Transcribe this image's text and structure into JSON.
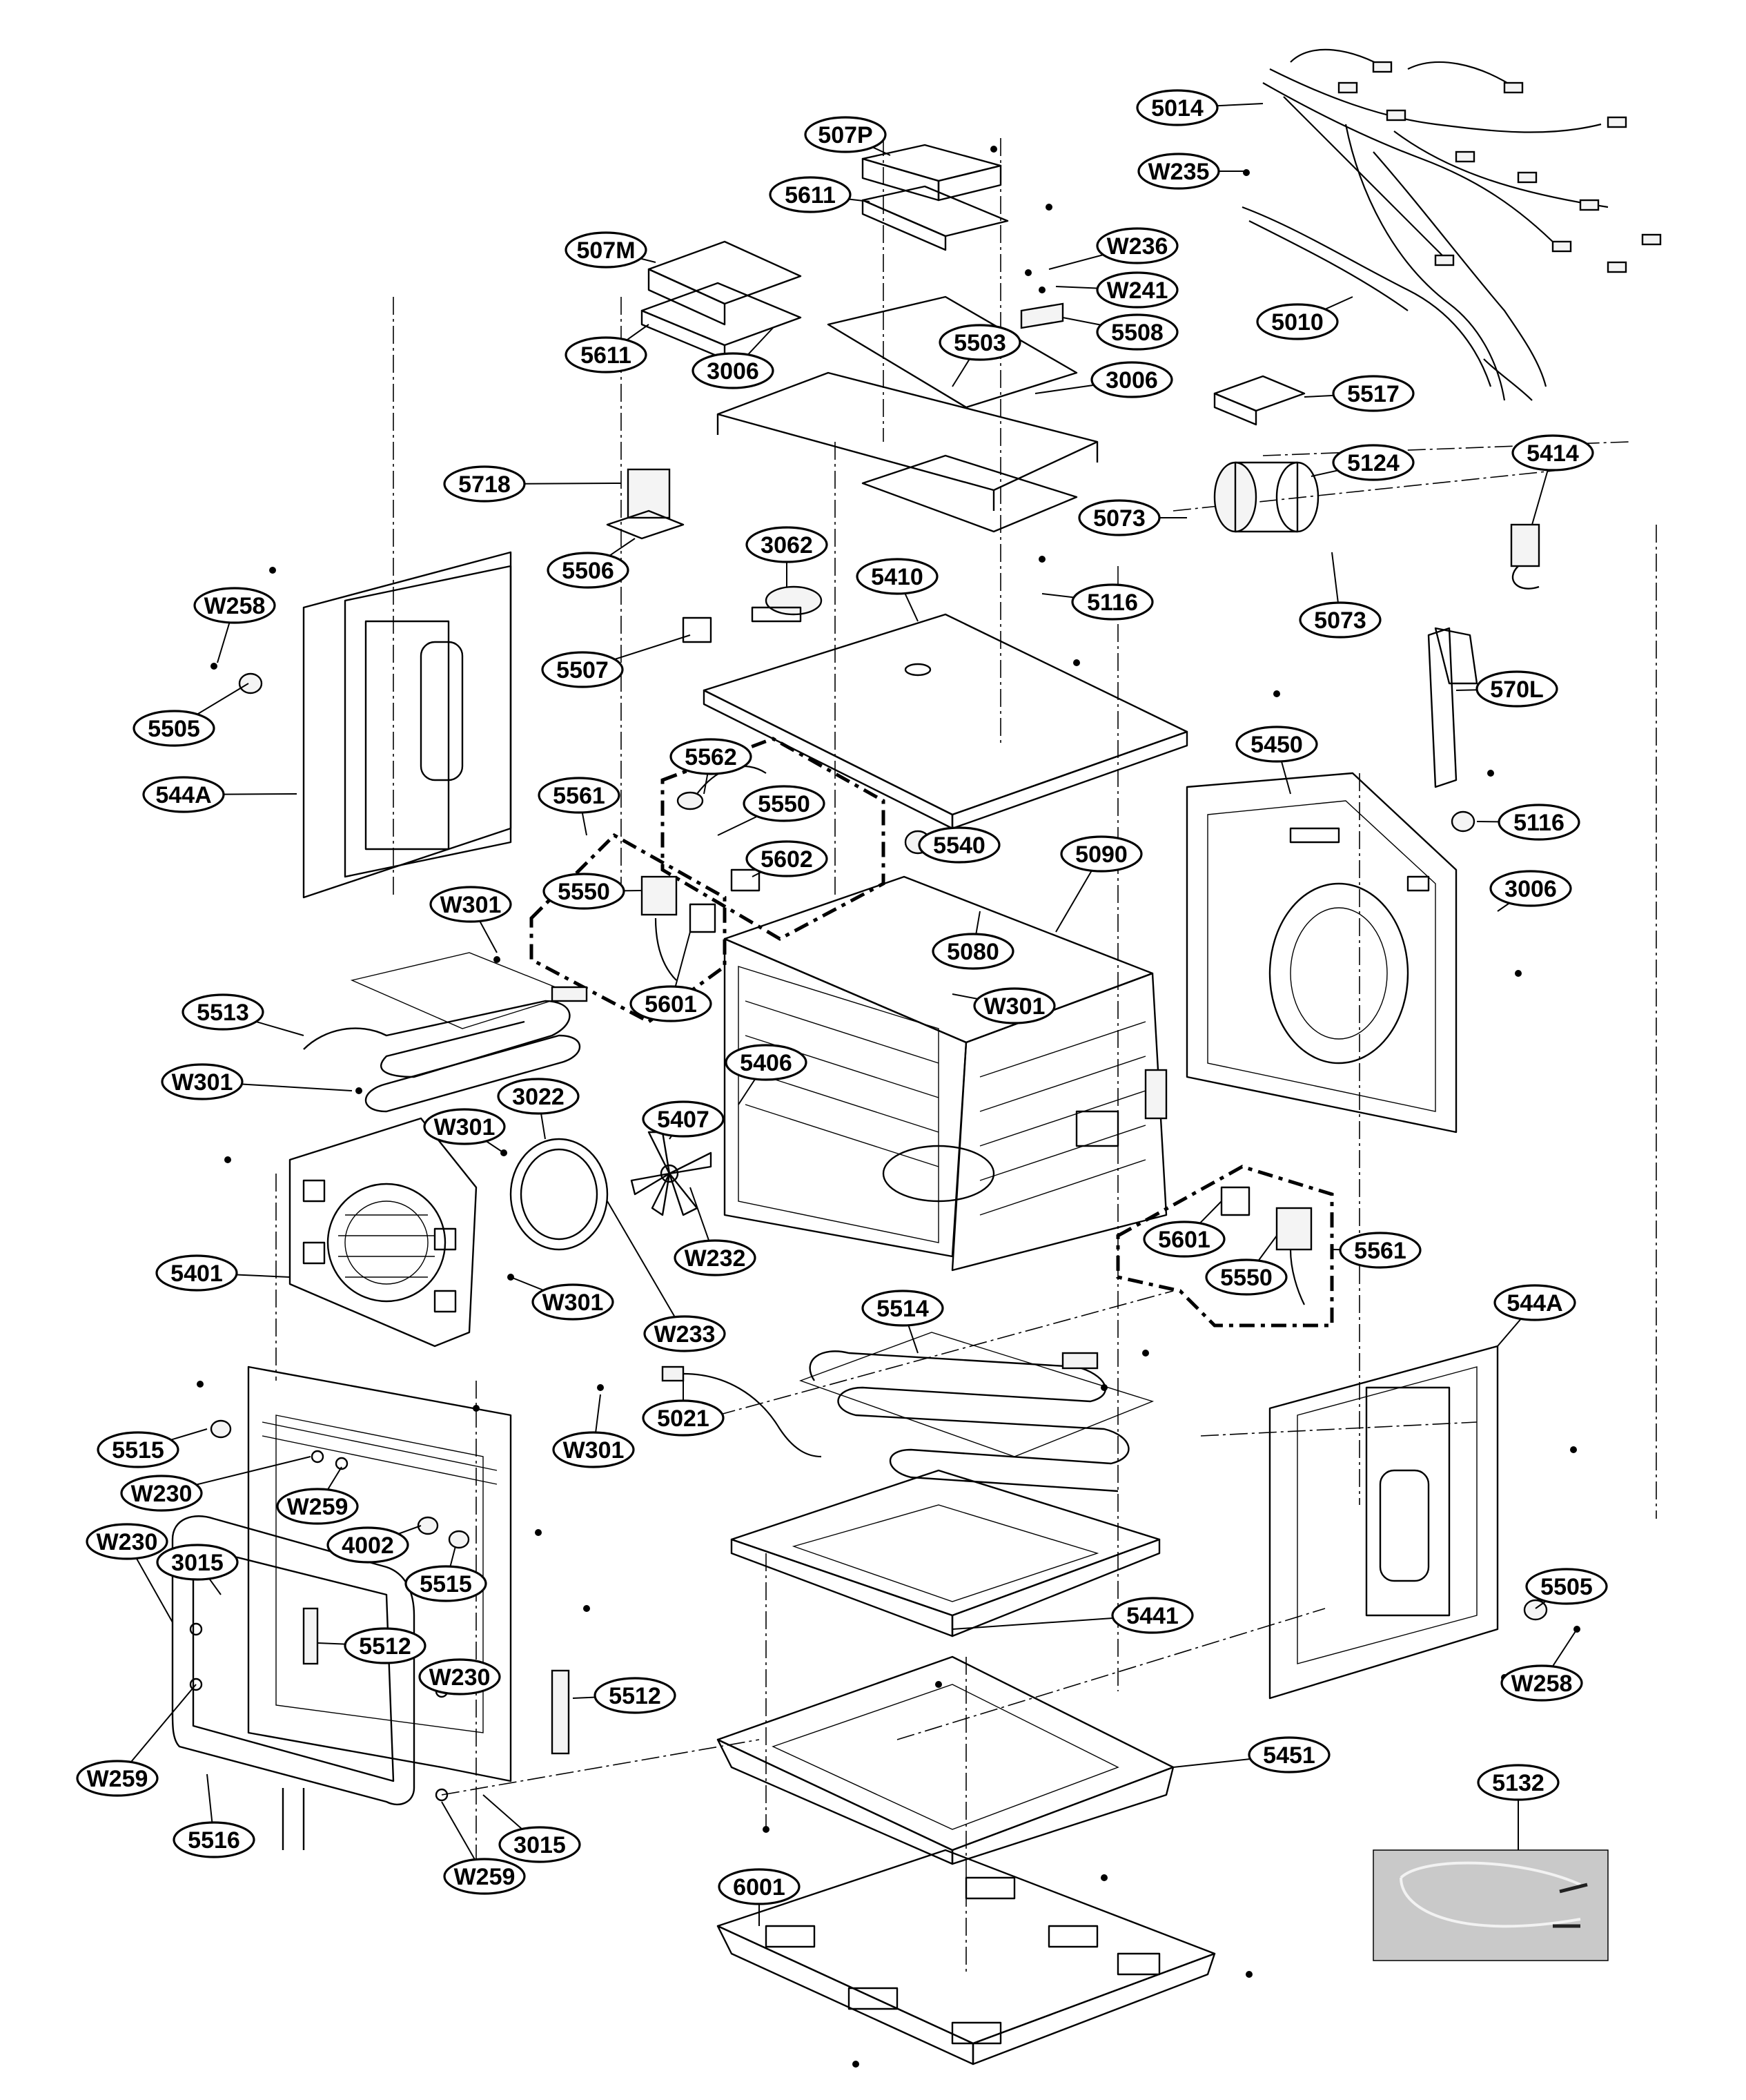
{
  "diagram": {
    "type": "exploded-parts-view",
    "callouts": [
      {
        "id": "c-5014",
        "label": "5014"
      },
      {
        "id": "c-W235",
        "label": "W235"
      },
      {
        "id": "c-507P",
        "label": "507P"
      },
      {
        "id": "c-5611a",
        "label": "5611"
      },
      {
        "id": "c-507M",
        "label": "507M"
      },
      {
        "id": "c-5611b",
        "label": "5611"
      },
      {
        "id": "c-3006a",
        "label": "3006"
      },
      {
        "id": "c-5503",
        "label": "5503"
      },
      {
        "id": "c-W236",
        "label": "W236"
      },
      {
        "id": "c-W241",
        "label": "W241"
      },
      {
        "id": "c-5508",
        "label": "5508"
      },
      {
        "id": "c-5010",
        "label": "5010"
      },
      {
        "id": "c-3006b",
        "label": "3006"
      },
      {
        "id": "c-5517",
        "label": "5517"
      },
      {
        "id": "c-5718",
        "label": "5718"
      },
      {
        "id": "c-5506",
        "label": "5506"
      },
      {
        "id": "c-5124",
        "label": "5124"
      },
      {
        "id": "c-5414",
        "label": "5414"
      },
      {
        "id": "c-5073a",
        "label": "5073"
      },
      {
        "id": "c-5073b",
        "label": "5073"
      },
      {
        "id": "c-3062",
        "label": "3062"
      },
      {
        "id": "c-5410",
        "label": "5410"
      },
      {
        "id": "c-5116a",
        "label": "5116"
      },
      {
        "id": "c-W258a",
        "label": "W258"
      },
      {
        "id": "c-5507",
        "label": "5507"
      },
      {
        "id": "c-570L",
        "label": "570L"
      },
      {
        "id": "c-5505a",
        "label": "5505"
      },
      {
        "id": "c-5562",
        "label": "5562"
      },
      {
        "id": "c-5450",
        "label": "5450"
      },
      {
        "id": "c-544Aa",
        "label": "544A"
      },
      {
        "id": "c-5561a",
        "label": "5561"
      },
      {
        "id": "c-5550a",
        "label": "5550"
      },
      {
        "id": "c-5116b",
        "label": "5116"
      },
      {
        "id": "c-5602",
        "label": "5602"
      },
      {
        "id": "c-5540",
        "label": "5540"
      },
      {
        "id": "c-5090",
        "label": "5090"
      },
      {
        "id": "c-3006c",
        "label": "3006"
      },
      {
        "id": "c-W301a",
        "label": "W301"
      },
      {
        "id": "c-5550b",
        "label": "5550"
      },
      {
        "id": "c-5080",
        "label": "5080"
      },
      {
        "id": "c-5513",
        "label": "5513"
      },
      {
        "id": "c-5601a",
        "label": "5601"
      },
      {
        "id": "c-W301b",
        "label": "W301"
      },
      {
        "id": "c-W301c",
        "label": "W301"
      },
      {
        "id": "c-3022",
        "label": "3022"
      },
      {
        "id": "c-5407",
        "label": "5407"
      },
      {
        "id": "c-5406",
        "label": "5406"
      },
      {
        "id": "c-W301d",
        "label": "W301"
      },
      {
        "id": "c-5601b",
        "label": "5601"
      },
      {
        "id": "c-5561b",
        "label": "5561"
      },
      {
        "id": "c-W232",
        "label": "W232"
      },
      {
        "id": "c-5550c",
        "label": "5550"
      },
      {
        "id": "c-5401",
        "label": "5401"
      },
      {
        "id": "c-W301e",
        "label": "W301"
      },
      {
        "id": "c-5514",
        "label": "5514"
      },
      {
        "id": "c-544Ab",
        "label": "544A"
      },
      {
        "id": "c-W233",
        "label": "W233"
      },
      {
        "id": "c-5021",
        "label": "5021"
      },
      {
        "id": "c-5515a",
        "label": "5515"
      },
      {
        "id": "c-W301f",
        "label": "W301"
      },
      {
        "id": "c-W230a",
        "label": "W230"
      },
      {
        "id": "c-W259a",
        "label": "W259"
      },
      {
        "id": "c-4002",
        "label": "4002"
      },
      {
        "id": "c-W230b",
        "label": "W230"
      },
      {
        "id": "c-3015a",
        "label": "3015"
      },
      {
        "id": "c-5515b",
        "label": "5515"
      },
      {
        "id": "c-5441",
        "label": "5441"
      },
      {
        "id": "c-5505b",
        "label": "5505"
      },
      {
        "id": "c-5512a",
        "label": "5512"
      },
      {
        "id": "c-W230c",
        "label": "W230"
      },
      {
        "id": "c-5512b",
        "label": "5512"
      },
      {
        "id": "c-W258b",
        "label": "W258"
      },
      {
        "id": "c-5451",
        "label": "5451"
      },
      {
        "id": "c-W259b",
        "label": "W259"
      },
      {
        "id": "c-3015b",
        "label": "3015"
      },
      {
        "id": "c-5516",
        "label": "5516"
      },
      {
        "id": "c-W259c",
        "label": "W259"
      },
      {
        "id": "c-5132",
        "label": "5132"
      },
      {
        "id": "c-6001",
        "label": "6001"
      }
    ]
  }
}
